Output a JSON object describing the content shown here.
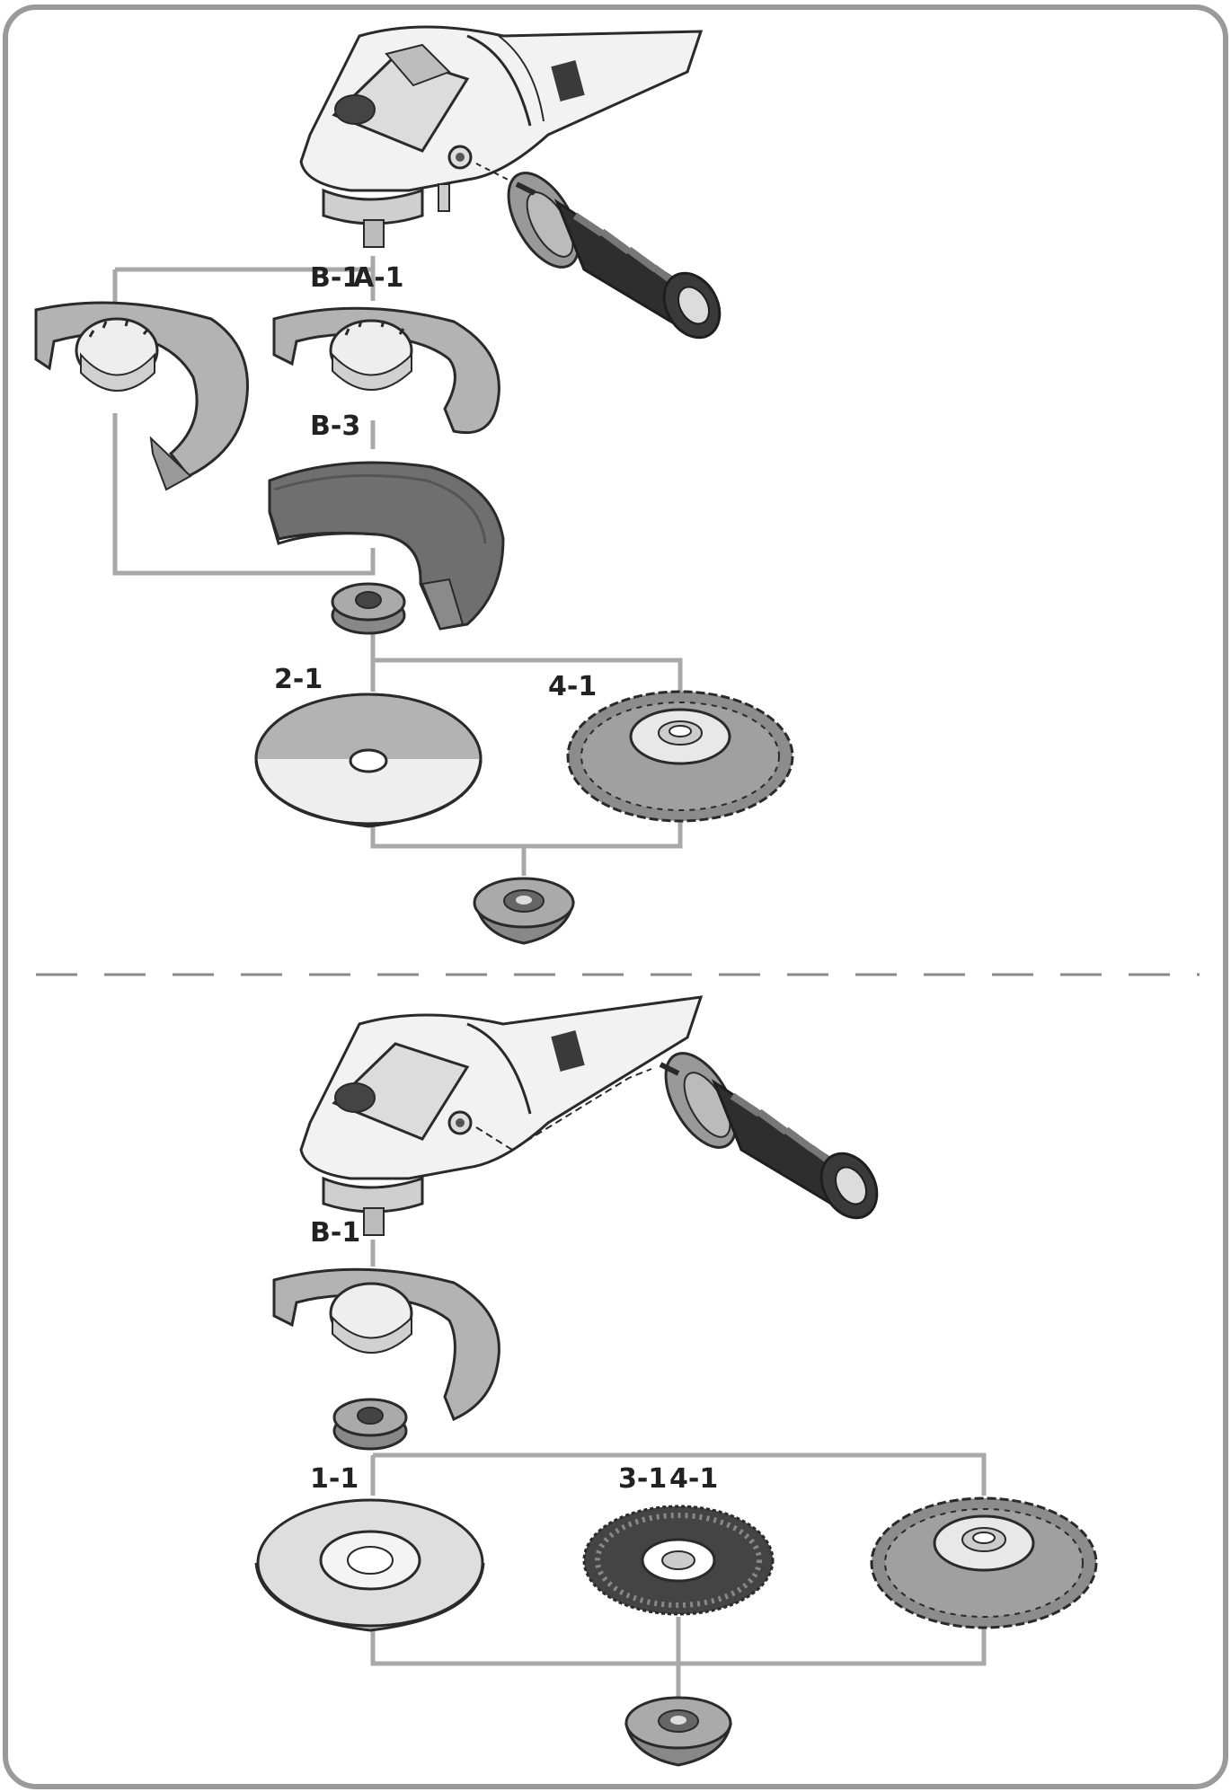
{
  "labels": {
    "b1a": "B-1",
    "a1": "A-1",
    "b3": "B-3",
    "c21": "2-1",
    "c41a": "4-1",
    "b1b": "B-1",
    "c11": "1-1",
    "c31": "3-1",
    "c41b": "4-1"
  },
  "colors": {
    "frame": "#9a9a9a",
    "connector": "#a8a8a8",
    "part_fill": "#b3b3b3",
    "part_dark": "#6f6f6f",
    "outline": "#2a2a2a",
    "label": "#222222"
  },
  "icons": [
    "angle-grinder-icon",
    "side-handle-icon",
    "guard-icon",
    "cutting-guard-icon",
    "flange-icon",
    "cut-off-disc-icon",
    "wire-brush-icon",
    "grinding-disc-icon",
    "flap-disc-icon",
    "lock-nut-icon"
  ]
}
